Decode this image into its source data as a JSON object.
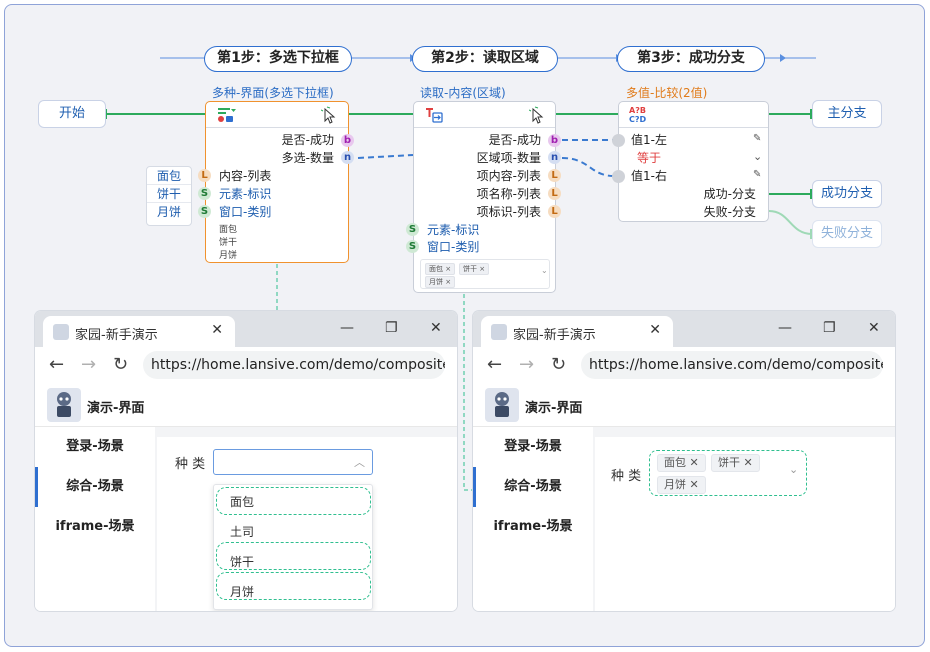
{
  "steps": [
    "第1步：多选下拉框",
    "第2步：读取区域",
    "第3步：成功分支"
  ],
  "terminals": {
    "start": "开始",
    "main_branch": "主分支",
    "success_branch": "成功分支",
    "fail_branch": "失败分支"
  },
  "side_list": [
    "面包",
    "饼干",
    "月饼"
  ],
  "node1": {
    "title": "多种-界面(多选下拉框)",
    "outputs": [
      {
        "label": "是否-成功",
        "type": "b"
      },
      {
        "label": "多选-数量",
        "type": "n"
      }
    ],
    "inputs": [
      {
        "label": "内容-列表",
        "type": "L"
      },
      {
        "label": "元素-标识",
        "type": "S"
      },
      {
        "label": "窗口-类别",
        "type": "S"
      }
    ],
    "items": [
      "面包",
      "饼干",
      "月饼"
    ]
  },
  "node2": {
    "title": "读取-内容(区域)",
    "outputs": [
      {
        "label": "是否-成功",
        "type": "b"
      },
      {
        "label": "区域项-数量",
        "type": "n"
      },
      {
        "label": "项内容-列表",
        "type": "L"
      },
      {
        "label": "项名称-列表",
        "type": "L"
      },
      {
        "label": "项标识-列表",
        "type": "L"
      }
    ],
    "inputs": [
      {
        "label": "元素-标识",
        "type": "S"
      },
      {
        "label": "窗口-类别",
        "type": "S"
      }
    ],
    "chips": [
      "面包 ×",
      "饼干 ×",
      "月饼 ×"
    ]
  },
  "node3": {
    "title": "多值-比较(2值)",
    "icon_text": [
      "A?B",
      "C?D"
    ],
    "left_value": "值1-左",
    "operator": "等于",
    "right_value": "值1-右",
    "outputs": [
      "成功-分支",
      "失败-分支"
    ]
  },
  "browser": {
    "tab_title": "家园-新手演示",
    "url": "https://home.lansive.com/demo/composite",
    "app_title": "演示-界面",
    "sidebar": [
      "登录-场景",
      "综合-场景",
      "iframe-场景"
    ],
    "active_sidebar": 1,
    "field_label": "种 类",
    "options": [
      "面包",
      "土司",
      "饼干",
      "月饼"
    ],
    "selected": [
      "面包",
      "饼干",
      "月饼"
    ]
  },
  "colors": {
    "step_border": "#2f6fd0",
    "flow_green": "#2daa5c",
    "data_dash": "#3a7ad0",
    "select_dash": "#2fbf8f",
    "node_selected": "#f0922e"
  }
}
